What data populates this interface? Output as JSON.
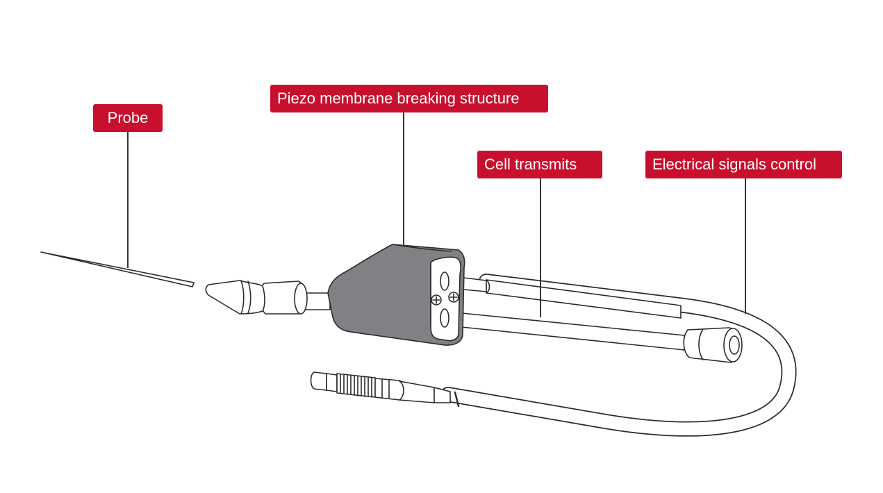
{
  "labels": {
    "probe": "Probe",
    "piezo": "Piezo membrane breaking structure",
    "cell": "Cell transmits",
    "electrical": "Electrical signals control"
  },
  "colors": {
    "callout_background": "#c8102e",
    "callout_text": "#ffffff",
    "device_body": "#808184",
    "outline": "#2b2b2b",
    "leader_line": "#333333"
  }
}
